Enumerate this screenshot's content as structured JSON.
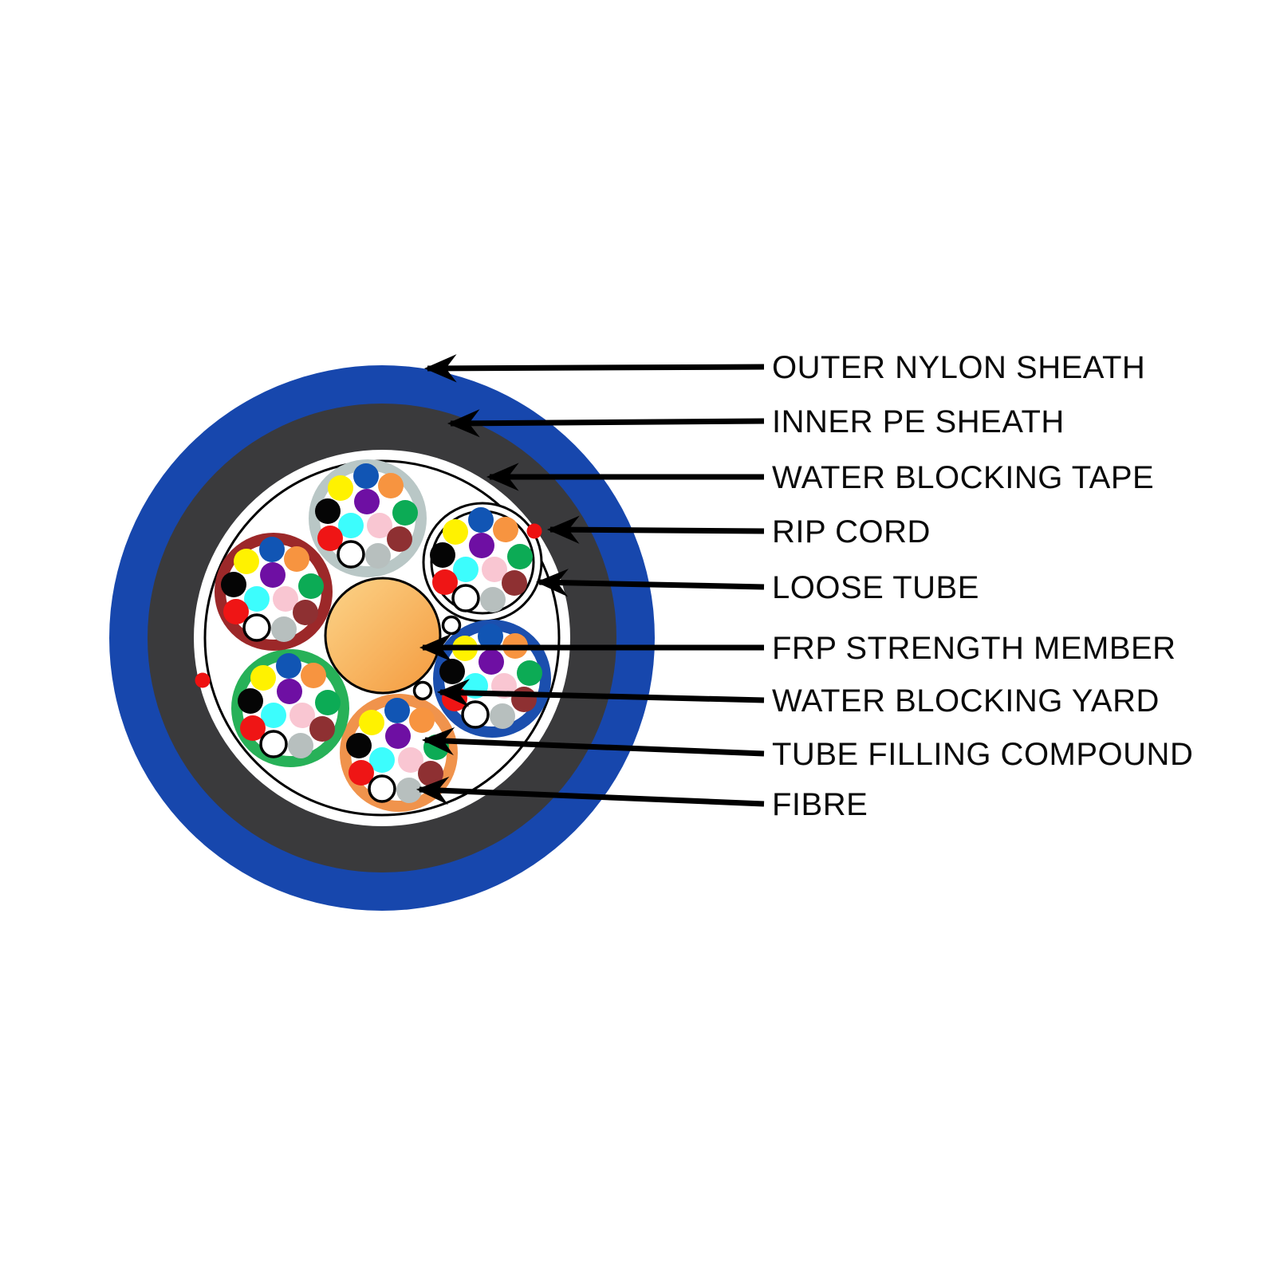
{
  "diagram": {
    "type": "fiber-optic-cable-cross-section",
    "labels": [
      {
        "text": "OUTER NYLON SHEATH",
        "target": "outer-nylon-sheath"
      },
      {
        "text": "INNER PE SHEATH",
        "target": "inner-pe-sheath"
      },
      {
        "text": "WATER BLOCKING TAPE",
        "target": "water-blocking-tape"
      },
      {
        "text": "RIP CORD",
        "target": "rip-cord"
      },
      {
        "text": "LOOSE TUBE",
        "target": "loose-tube"
      },
      {
        "text": "FRP STRENGTH MEMBER",
        "target": "frp-strength-member"
      },
      {
        "text": "WATER BLOCKING YARD",
        "target": "water-blocking-yarn"
      },
      {
        "text": "TUBE FILLING COMPOUND",
        "target": "tube-filling-compound"
      },
      {
        "text": "FIBRE",
        "target": "fibre"
      }
    ],
    "colors": {
      "outer_sheath_blue": "#1747ad",
      "inner_sheath_dark": "#3a3a3c",
      "tape_outline": "#000000",
      "frp_gradient_start": "#fcd489",
      "frp_gradient_end": "#f49a3e",
      "rip_cord_red": "#ee1111",
      "arrow_black": "#000000"
    },
    "tube_ring_colors": {
      "top": "#b9c7c6",
      "top_right": "#ffffff",
      "right": "#1b4fae",
      "bottom": "#f0934c",
      "bottom_left": "#27b158",
      "left": "#9c2829"
    },
    "fiber_colors": [
      {
        "name": "blue",
        "hex": "#1155b4"
      },
      {
        "name": "yellow",
        "hex": "#fff200"
      },
      {
        "name": "orange",
        "hex": "#f79440"
      },
      {
        "name": "violet",
        "hex": "#6e0fa3"
      },
      {
        "name": "black",
        "hex": "#050505"
      },
      {
        "name": "green",
        "hex": "#0cab55"
      },
      {
        "name": "aqua",
        "hex": "#3cfdfd"
      },
      {
        "name": "rose",
        "hex": "#f9c6d2"
      },
      {
        "name": "red",
        "hex": "#ef1515"
      },
      {
        "name": "brown",
        "hex": "#8e3032"
      },
      {
        "name": "white",
        "hex": "#ffffff"
      },
      {
        "name": "slate",
        "hex": "#b7bfbe"
      }
    ]
  }
}
